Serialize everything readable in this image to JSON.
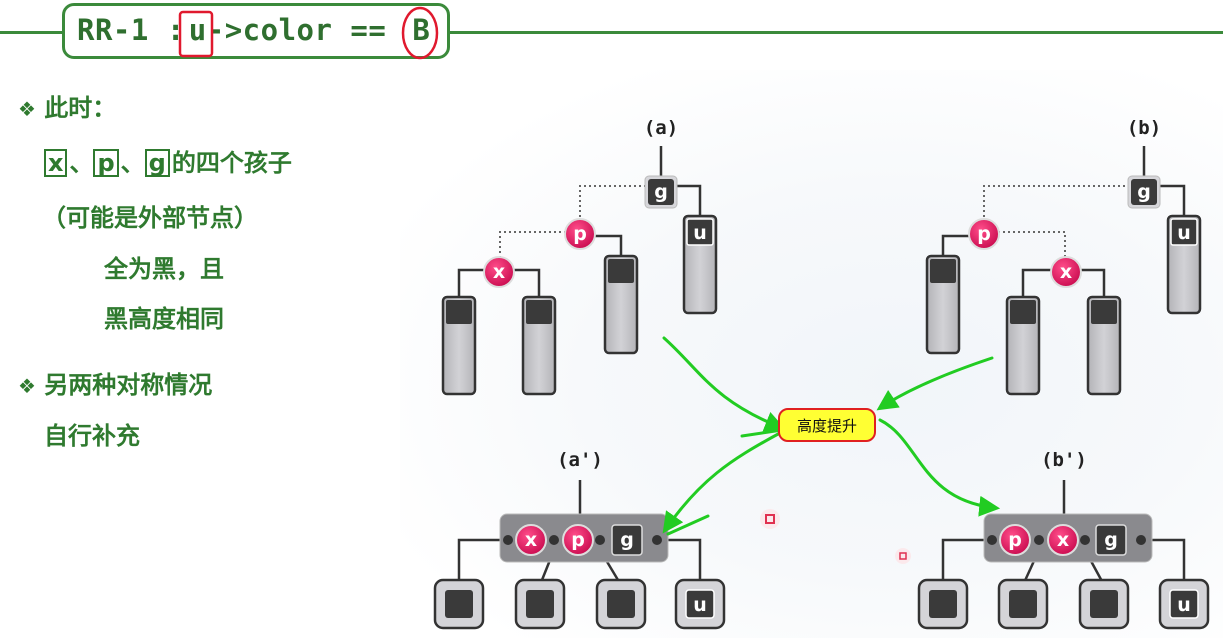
{
  "title": {
    "prefix": "RR-1",
    "colon": ":",
    "var": "u",
    "middle": "->color ==",
    "value": "B",
    "highlight_color": "#e0192e"
  },
  "text": {
    "bullet_glyph": "❖",
    "bullet1": "此时：",
    "sym_x": "x",
    "sep1": "、",
    "sym_p": "p",
    "sep2": "、",
    "sym_g": "g",
    "line2_rest": "的四个孩子",
    "line3": "（可能是外部节点）",
    "line4": "全为黑，且",
    "line5": "黑高度相同",
    "bullet2": "另两种对称情况",
    "line6": "自行补充"
  },
  "diagram": {
    "labels": {
      "a": "(a)",
      "b": "(b)",
      "a_prime": "(a')",
      "b_prime": "(b')"
    },
    "node_letters": {
      "x": "x",
      "p": "p",
      "g": "g",
      "u": "u"
    },
    "callout": "高度提升",
    "colors": {
      "red_node": "#e0115f",
      "black_node": "#3a3a3a",
      "subtree_fill": "#c8c8cc",
      "supernode": "#8a8a8e",
      "arrow": "#22cc22",
      "callout_fill": "#ffff33",
      "callout_border": "#e02020",
      "accent_green": "#3b8a3b"
    }
  }
}
